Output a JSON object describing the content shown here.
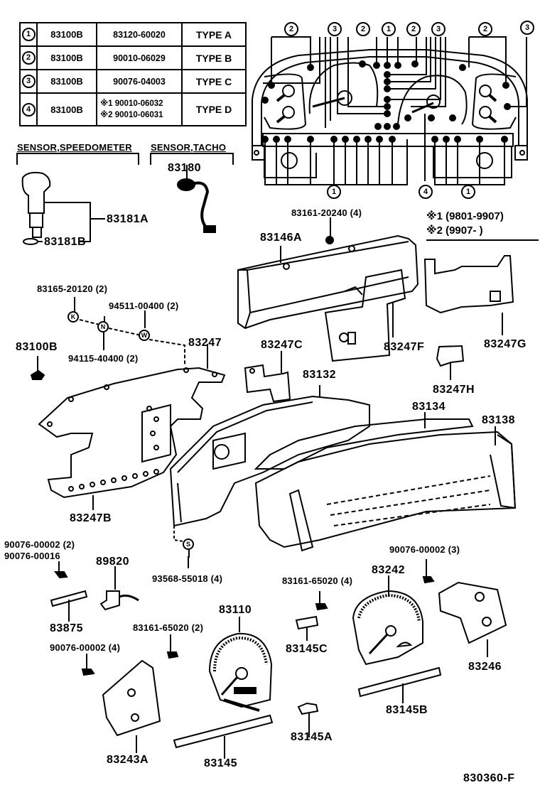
{
  "diagram": {
    "figure_id": "830360-F",
    "type_table": {
      "rows": [
        {
          "key": "1",
          "part": "83100B",
          "numbers": [
            "83120-60020"
          ],
          "type": "TYPE A"
        },
        {
          "key": "2",
          "part": "83100B",
          "numbers": [
            "90010-06029"
          ],
          "type": "TYPE B"
        },
        {
          "key": "3",
          "part": "83100B",
          "numbers": [
            "90076-04003"
          ],
          "type": "TYPE C"
        },
        {
          "key": "4",
          "part": "83100B",
          "numbers": [
            "※1 90010-06032",
            "※2 90010-06031"
          ],
          "type": "TYPE D"
        }
      ]
    },
    "date_notes": [
      "※1 (9801-9907)",
      "※2 (9907-      )"
    ],
    "group_headers": {
      "speedometer_sensor": "SENSOR,SPEEDOMETER",
      "tacho_sensor": "SENSOR,TACHO"
    },
    "cluster_bubbles": {
      "top": [
        "2",
        "3",
        "2",
        "1",
        "2",
        "3",
        "2",
        "3"
      ],
      "bottom": [
        "1",
        "4",
        "1"
      ]
    },
    "fastener_bubbles": {
      "k": "K",
      "n": "N",
      "w": "W",
      "s": "S"
    },
    "labels": {
      "p83180": "83180",
      "p83181a": "83181A",
      "p83181b": "83181B",
      "p83161_20240": "83161-20240 (4)",
      "p83146a": "83146A",
      "p83165_20120": "83165-20120 (2)",
      "p94511_00400": "94511-00400 (2)",
      "p94115_40400": "94115-40400 (2)",
      "p83100b": "83100B",
      "p83247": "83247",
      "p83247c": "83247C",
      "p83247f": "83247F",
      "p83247g": "83247G",
      "p83247h": "83247H",
      "p83132": "83132",
      "p83134": "83134",
      "p83138": "83138",
      "p83247b": "83247B",
      "p90076_00002_2": "90076-00002 (2)",
      "p90076_00016": "90076-00016",
      "p89820": "89820",
      "p93568_55018": "93568-55018 (4)",
      "p83875": "83875",
      "p83161_65020_4": "83161-65020 (4)",
      "p83242": "83242",
      "p90076_00002_3": "90076-00002 (3)",
      "p83110": "83110",
      "p83161_65020_2": "83161-65020 (2)",
      "p83145c": "83145C",
      "p90076_00002_4": "90076-00002 (4)",
      "p83246": "83246",
      "p83145b": "83145B",
      "p83243a": "83243A",
      "p83145": "83145",
      "p83145a": "83145A"
    }
  }
}
